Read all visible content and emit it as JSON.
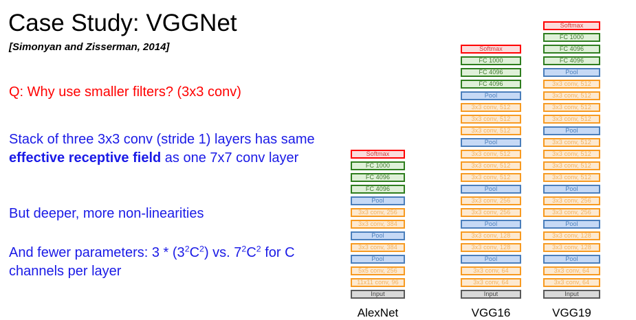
{
  "slide": {
    "title": "Case Study: VGGNet",
    "citation": "[Simonyan and Zisserman, 2014]",
    "question": "Q: Why use smaller filters? (3x3 conv)",
    "paragraphs": {
      "stack_part1": "Stack of three 3x3 conv (stride 1) layers has same ",
      "stack_emphasis": "effective receptive field",
      "stack_part2": " as one 7x7 conv layer",
      "deeper": "But deeper, more non-linearities",
      "params_pre": "And fewer parameters: 3 * (3",
      "params_sup1": "2",
      "params_mid1": "C",
      "params_sup2": "2",
      "params_mid2": ") vs. 7",
      "params_sup3": "2",
      "params_mid3": "C",
      "params_sup4": "2",
      "params_post": " for C channels per layer"
    }
  },
  "colors": {
    "question_red": "#ff0000",
    "body_blue": "#1a1ae6",
    "softmax_border": "#ff0000",
    "softmax_fill": "#fbdcdc",
    "fc_border": "#2e7d1e",
    "fc_fill": "#dff0d8",
    "pool_border": "#4a7ebb",
    "pool_fill": "#c6d9f5",
    "conv_border": "#f79a21",
    "conv_fill": "#fde9d0",
    "input_border": "#595959",
    "input_fill": "#d9d9d9"
  },
  "networks": [
    {
      "name": "AlexNet",
      "layers": [
        {
          "label": "Input",
          "type": "input"
        },
        {
          "label": "11x11 conv, 96",
          "type": "conv"
        },
        {
          "label": "5x5 conv, 256",
          "type": "conv"
        },
        {
          "label": "Pool",
          "type": "pool"
        },
        {
          "label": "3x3 conv, 384",
          "type": "conv"
        },
        {
          "label": "Pool",
          "type": "pool"
        },
        {
          "label": "3x3 conv, 384",
          "type": "conv"
        },
        {
          "label": "3x3 conv, 256",
          "type": "conv"
        },
        {
          "label": "Pool",
          "type": "pool"
        },
        {
          "label": "FC 4096",
          "type": "fc"
        },
        {
          "label": "FC 4096",
          "type": "fc"
        },
        {
          "label": "FC 1000",
          "type": "fc"
        },
        {
          "label": "Softmax",
          "type": "softmax"
        }
      ]
    },
    {
      "name": "VGG16",
      "layers": [
        {
          "label": "Input",
          "type": "input"
        },
        {
          "label": "3x3 conv, 64",
          "type": "conv"
        },
        {
          "label": "3x3 conv, 64",
          "type": "conv"
        },
        {
          "label": "Pool",
          "type": "pool"
        },
        {
          "label": "3x3 conv, 128",
          "type": "conv"
        },
        {
          "label": "3x3 conv, 128",
          "type": "conv"
        },
        {
          "label": "Pool",
          "type": "pool"
        },
        {
          "label": "3x3 conv, 256",
          "type": "conv"
        },
        {
          "label": "3x3 conv, 256",
          "type": "conv"
        },
        {
          "label": "Pool",
          "type": "pool"
        },
        {
          "label": "3x3 conv, 512",
          "type": "conv"
        },
        {
          "label": "3x3 conv, 512",
          "type": "conv"
        },
        {
          "label": "3x3 conv, 512",
          "type": "conv"
        },
        {
          "label": "Pool",
          "type": "pool"
        },
        {
          "label": "3x3 conv, 512",
          "type": "conv"
        },
        {
          "label": "3x3 conv, 512",
          "type": "conv"
        },
        {
          "label": "3x3 conv, 512",
          "type": "conv"
        },
        {
          "label": "Pool",
          "type": "pool"
        },
        {
          "label": "FC 4096",
          "type": "fc"
        },
        {
          "label": "FC 4096",
          "type": "fc"
        },
        {
          "label": "FC 1000",
          "type": "fc"
        },
        {
          "label": "Softmax",
          "type": "softmax"
        }
      ]
    },
    {
      "name": "VGG19",
      "layers": [
        {
          "label": "Input",
          "type": "input"
        },
        {
          "label": "3x3 conv, 64",
          "type": "conv"
        },
        {
          "label": "3x3 conv, 64",
          "type": "conv"
        },
        {
          "label": "Pool",
          "type": "pool"
        },
        {
          "label": "3x3 conv, 128",
          "type": "conv"
        },
        {
          "label": "3x3 conv, 128",
          "type": "conv"
        },
        {
          "label": "Pool",
          "type": "pool"
        },
        {
          "label": "3x3 conv, 256",
          "type": "conv"
        },
        {
          "label": "3x3 conv, 256",
          "type": "conv"
        },
        {
          "label": "Pool",
          "type": "pool"
        },
        {
          "label": "3x3 conv, 512",
          "type": "conv"
        },
        {
          "label": "3x3 conv, 512",
          "type": "conv"
        },
        {
          "label": "3x3 conv, 512",
          "type": "conv"
        },
        {
          "label": "3x3 conv, 512",
          "type": "conv"
        },
        {
          "label": "Pool",
          "type": "pool"
        },
        {
          "label": "3x3 conv, 512",
          "type": "conv"
        },
        {
          "label": "3x3 conv, 512",
          "type": "conv"
        },
        {
          "label": "3x3 conv, 512",
          "type": "conv"
        },
        {
          "label": "3x3 conv, 512",
          "type": "conv"
        },
        {
          "label": "Pool",
          "type": "pool"
        },
        {
          "label": "FC 4096",
          "type": "fc"
        },
        {
          "label": "FC 4096",
          "type": "fc"
        },
        {
          "label": "FC 1000",
          "type": "fc"
        },
        {
          "label": "Softmax",
          "type": "softmax"
        }
      ]
    }
  ]
}
